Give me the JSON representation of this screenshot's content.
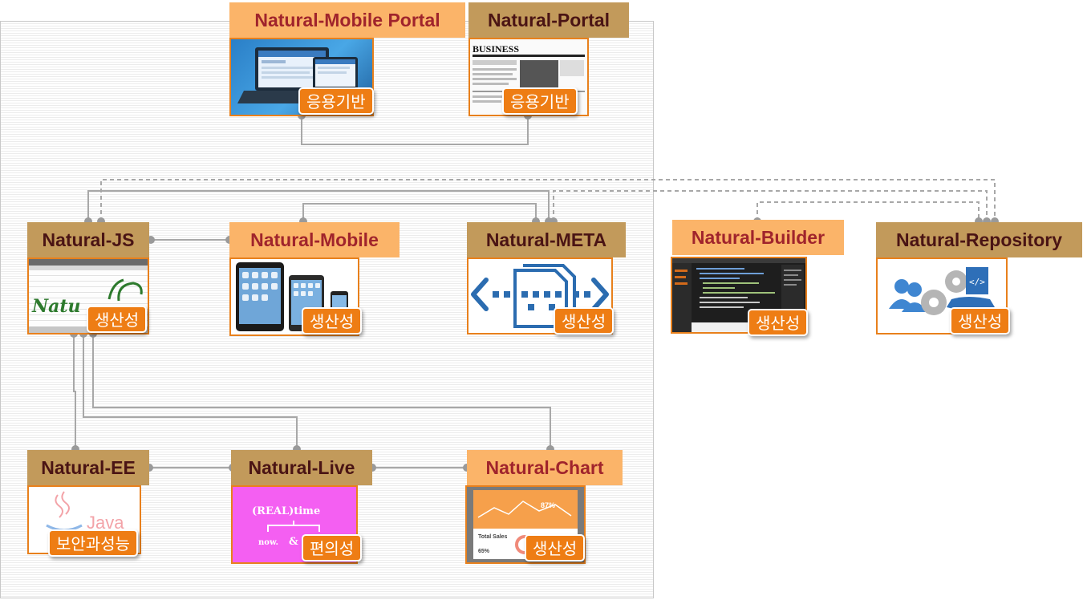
{
  "nodes": {
    "mobile_portal": {
      "title": "Natural-Mobile Portal",
      "badge": "응용기반"
    },
    "portal": {
      "title": "Natural-Portal",
      "badge": "응용기반",
      "screen_text": "BUSINESS"
    },
    "js": {
      "title": "Natural-JS",
      "badge": "생산성",
      "logo_text": "Natu"
    },
    "mobile": {
      "title": "Natural-Mobile",
      "badge": "생산성"
    },
    "meta": {
      "title": "Natural-META",
      "badge": "생산성"
    },
    "builder": {
      "title": "Natural-Builder",
      "badge": "생산성"
    },
    "repository": {
      "title": "Natural-Repository",
      "badge": "생산성"
    },
    "ee": {
      "title": "Natural-EE",
      "badge": "보안과성능",
      "logo_text": "Java"
    },
    "live": {
      "title": "Natural-Live",
      "badge": "편의성",
      "screen_text": "(REAL)time",
      "sub_left": "now.",
      "sub_right": "&"
    },
    "chart": {
      "title": "Natural-Chart",
      "badge": "생산성",
      "card_text": "Total Sales",
      "stat_a": "87%",
      "stat_b": "65%"
    }
  },
  "colors": {
    "title_light_bg": "#fbb469",
    "title_light_text": "#a0242c",
    "title_dark_bg": "#c29a5b",
    "title_dark_text": "#4a1414",
    "badge_bg": "#ee7d14",
    "connector": "#a8a8a8"
  }
}
